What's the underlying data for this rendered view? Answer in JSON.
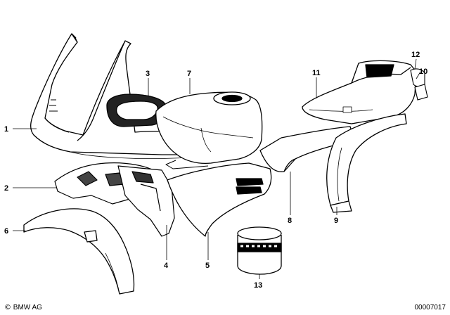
{
  "callouts": [
    "1",
    "2",
    "3",
    "4",
    "5",
    "6",
    "7",
    "8",
    "9",
    "10",
    "11",
    "12",
    "13"
  ],
  "footer": {
    "copyright_symbol": "©",
    "brand": "BMW AG",
    "diagram_number": "00007017"
  }
}
